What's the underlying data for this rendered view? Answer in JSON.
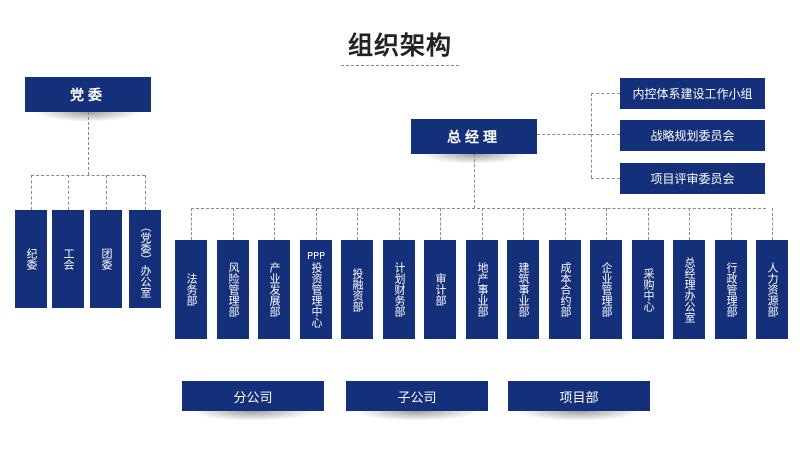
{
  "title": "组织架构",
  "party": {
    "label": "党委",
    "children": [
      "纪委",
      "工会",
      "团委",
      "（党委）办公室"
    ]
  },
  "gm": {
    "label": "总经理",
    "committees": [
      "内控体系建设工作小组",
      "战略规划委员会",
      "项目评审委员会"
    ],
    "departments": [
      "法务部",
      "风险管理部",
      "产业发展部",
      "投资管理中心",
      "投融资部",
      "计划财务部",
      "审计部",
      "地产事业部",
      "建筑事业部",
      "成本合约部",
      "企业管理部",
      "采购中心",
      "总经理办公室",
      "行政管理部",
      "人力资源部"
    ],
    "dept_prefix": {
      "投资管理中心": "PPP"
    }
  },
  "bottom": [
    "分公司",
    "子公司",
    "项目部"
  ],
  "colors": {
    "box": "#15307a",
    "line": "#8a8a8a",
    "text": "#ffffff",
    "title": "#222222"
  }
}
